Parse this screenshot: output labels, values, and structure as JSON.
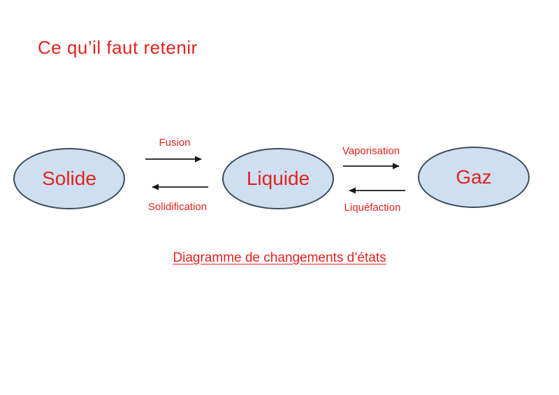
{
  "slide": {
    "title": "Ce qu’il faut retenir",
    "caption": "Diagramme de changements d’états"
  },
  "diagram": {
    "states": [
      {
        "label": "Solide"
      },
      {
        "label": "Liquide"
      },
      {
        "label": "Gaz"
      }
    ],
    "transitions": [
      {
        "label": "Fusion",
        "from": "Solide",
        "to": "Liquide",
        "direction": "right"
      },
      {
        "label": "Solidification",
        "from": "Liquide",
        "to": "Solide",
        "direction": "left"
      },
      {
        "label": "Vaporisation",
        "from": "Liquide",
        "to": "Gaz",
        "direction": "right"
      },
      {
        "label": "Liquéfaction",
        "from": "Gaz",
        "to": "Liquide",
        "direction": "left"
      }
    ],
    "colors": {
      "text_red": "#e0231f",
      "ellipse_fill": "#cfdff2",
      "ellipse_border": "#3b4a5c",
      "arrow": "#1a1a1a",
      "background": "#ffffff"
    }
  }
}
